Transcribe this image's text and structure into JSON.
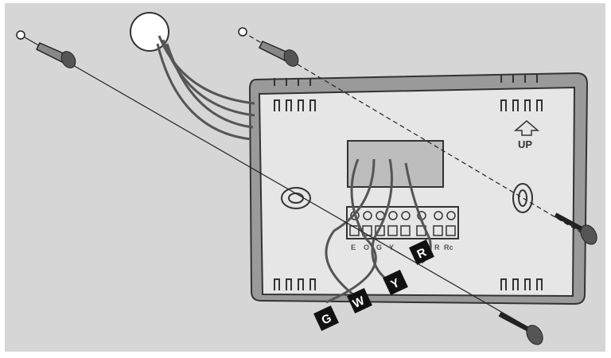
{
  "terminals": [
    "E",
    "O",
    "G",
    "Y",
    "R",
    "Rc"
  ],
  "wire_tags": [
    "G",
    "W",
    "Y",
    "R"
  ],
  "orientation_label": "UP",
  "colors": {
    "background": "#d6d6d6",
    "body": "#e6e6e6",
    "outline": "#333333",
    "wire": "#555555",
    "tag": "#111111"
  }
}
